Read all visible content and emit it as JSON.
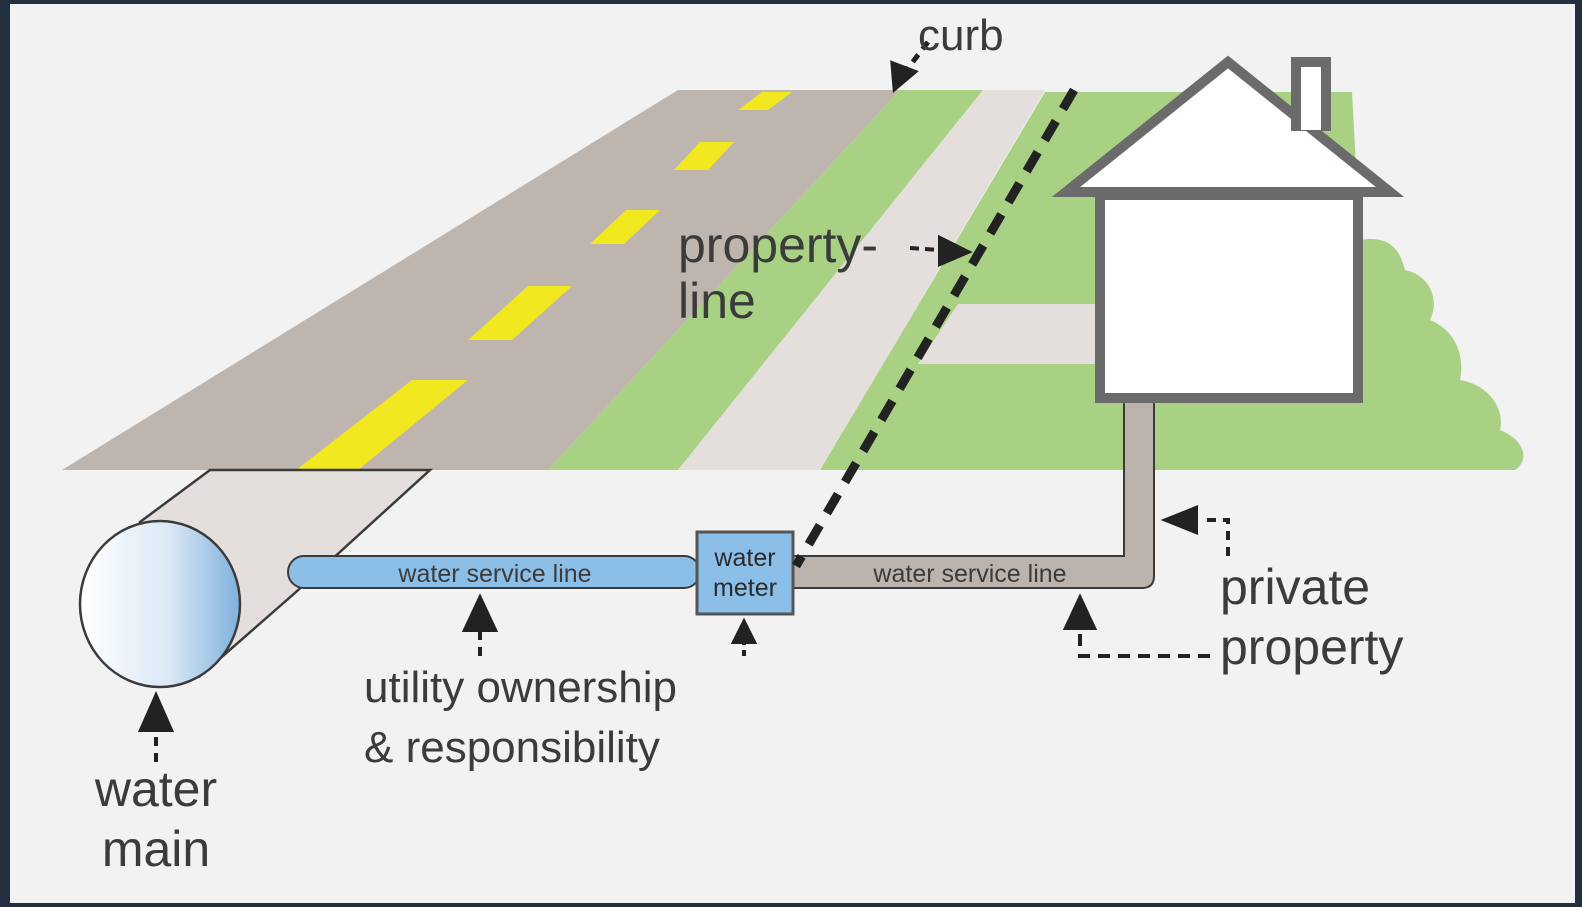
{
  "labels": {
    "curb": "curb",
    "property_line_1": "property-",
    "property_line_2": "line",
    "water_meter_1": "water",
    "water_meter_2": "meter",
    "service_line_utility": "water service line",
    "service_line_private": "water service line",
    "utility_1": "utility ownership",
    "utility_2": "& responsibility",
    "private_1": "private",
    "private_2": "property",
    "main_1": "water",
    "main_2": "main"
  },
  "colors": {
    "background": "#f2f2f2",
    "road": "#beb5ae",
    "lane_marking": "#f2e81f",
    "grass": "#a8d184",
    "sidewalk": "#e4dfdc",
    "pipe_utility": "#8cbfe8",
    "pipe_private": "#bcb3ac",
    "house_outline": "#6b6b6b",
    "text": "#3b3b3b"
  }
}
